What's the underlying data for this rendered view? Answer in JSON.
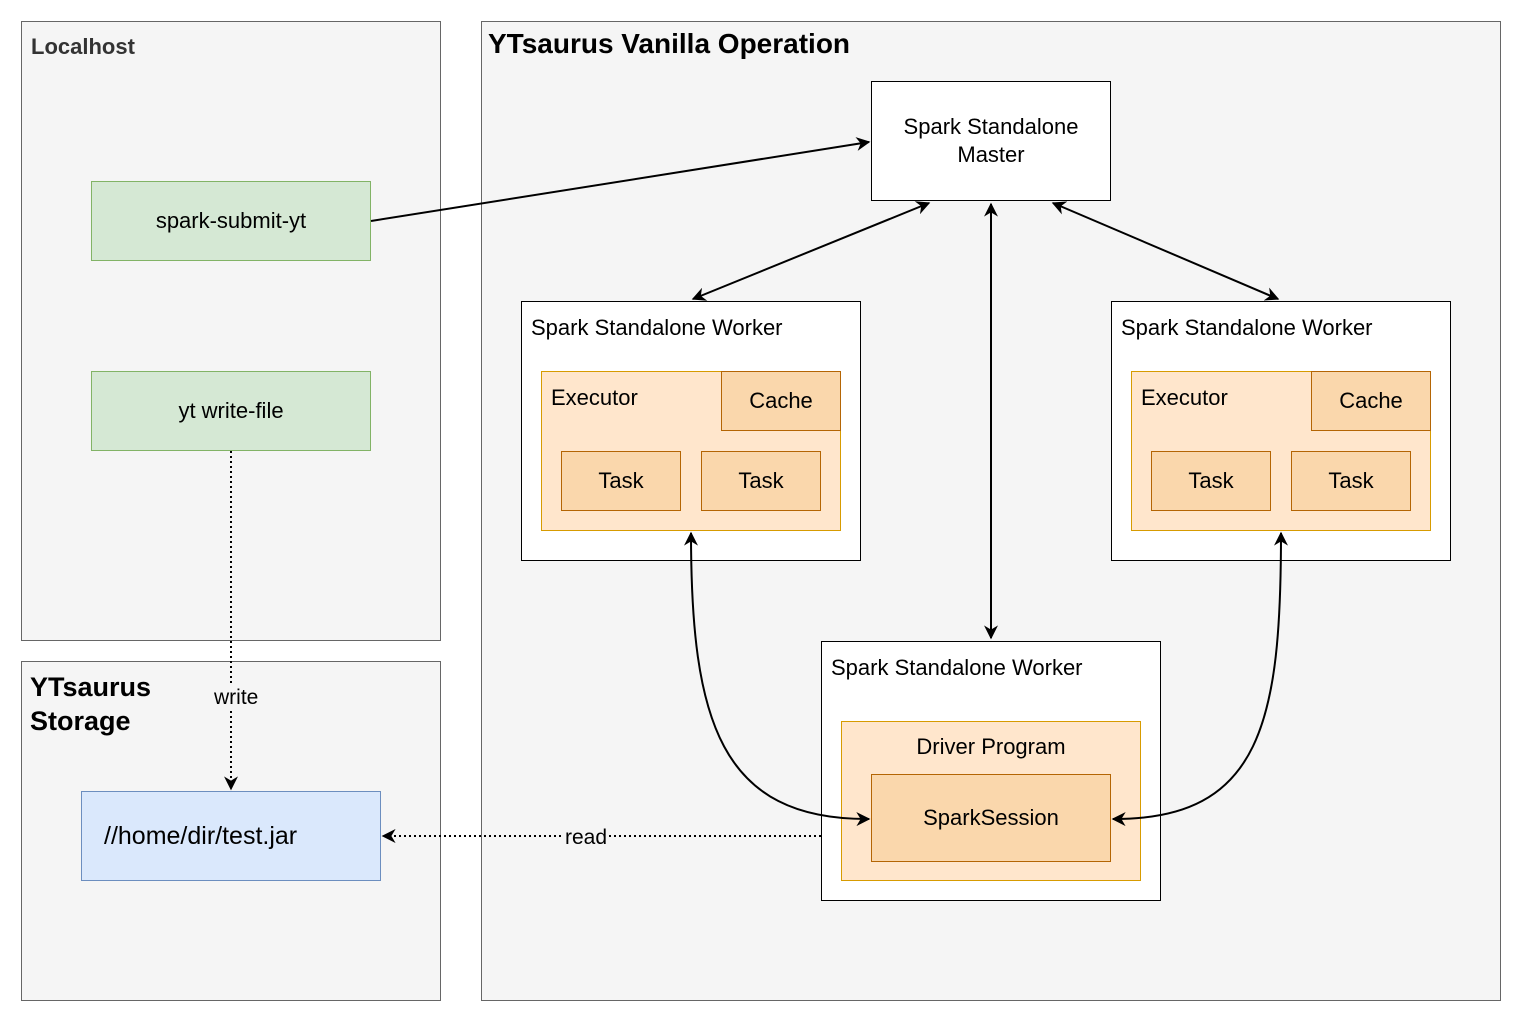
{
  "groups": {
    "localhost": "Localhost",
    "storage": "YTsaurus\nStorage",
    "vanilla": "YTsaurus Vanilla Operation"
  },
  "nodes": {
    "spark_submit": "spark-submit-yt",
    "write_file": "yt write-file",
    "jar_path": "//home/dir/test.jar",
    "master": "Spark Standalone\nMaster",
    "worker_left": {
      "title": "Spark Standalone Worker",
      "executor": "Executor",
      "cache": "Cache",
      "task1": "Task",
      "task2": "Task"
    },
    "worker_right": {
      "title": "Spark Standalone Worker",
      "executor": "Executor",
      "cache": "Cache",
      "task1": "Task",
      "task2": "Task"
    },
    "worker_driver": {
      "title": "Spark Standalone Worker",
      "driver": "Driver Program",
      "session": "SparkSession"
    }
  },
  "edges": {
    "write": "write",
    "read": "read"
  },
  "colors": {
    "group_fill": "#f5f5f5",
    "group_stroke": "#666666",
    "green_fill": "#d5e8d4",
    "green_stroke": "#82b366",
    "blue_fill": "#dae8fc",
    "blue_stroke": "#6c8ebf",
    "orange_light_fill": "#ffe6cc",
    "orange_light_stroke": "#d79b00",
    "orange_dark_fill": "#fad7ac",
    "orange_dark_stroke": "#b46504"
  }
}
